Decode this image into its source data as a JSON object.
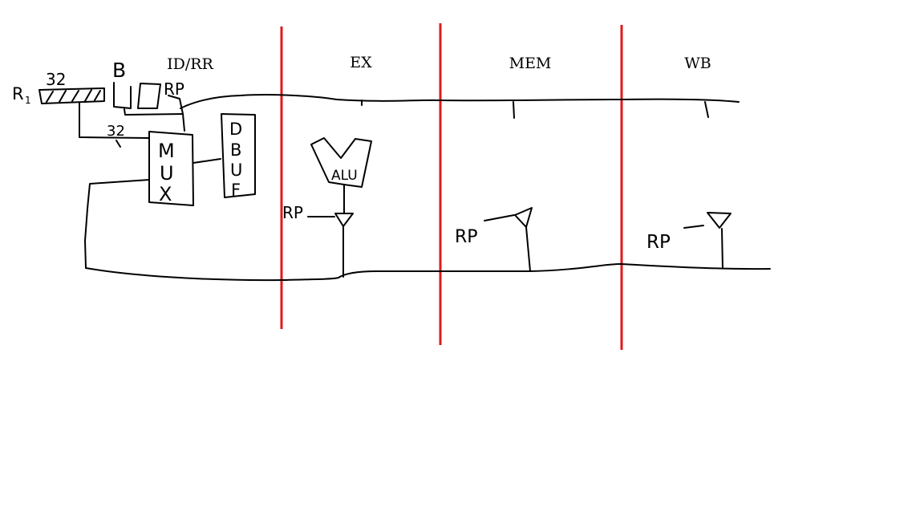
{
  "stages": [
    {
      "name": "ID/RR"
    },
    {
      "name": "EX"
    },
    {
      "name": "MEM"
    },
    {
      "name": "WB"
    }
  ],
  "labels": {
    "register": "R",
    "register_subscript": "1",
    "width_top": "32",
    "width_mux": "32",
    "b_block": "B",
    "rp": "RP",
    "mux_letters": [
      "M",
      "U",
      "X"
    ],
    "dbuf_letters": [
      "D",
      "B",
      "U",
      "F"
    ],
    "alu": "ALU"
  },
  "colors": {
    "ink": "#000000",
    "divider": "#e0191b",
    "background": "#ffffff"
  }
}
